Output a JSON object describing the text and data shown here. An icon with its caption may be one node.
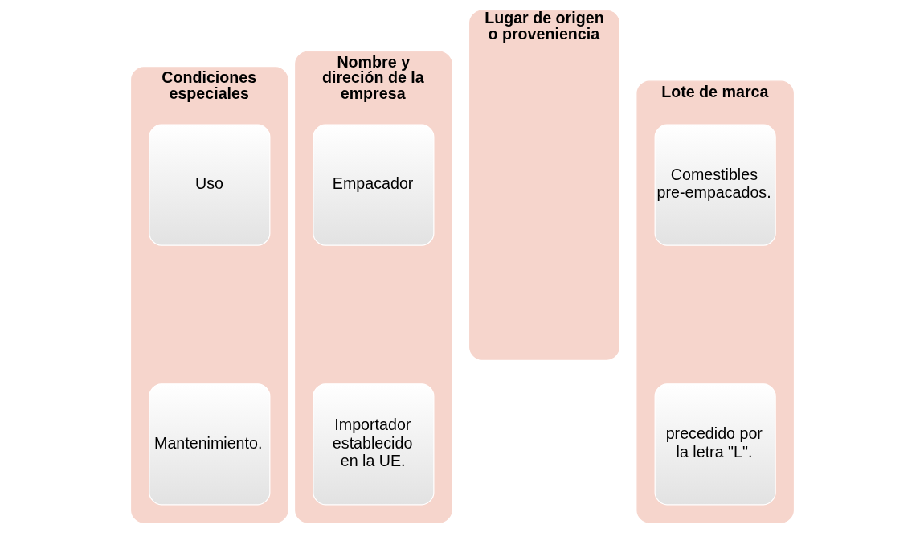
{
  "diagram": {
    "nodes": [
      {
        "text": [
          "Condiciones especiales"
        ]
      },
      {
        "text": [
          "Uso"
        ],
        "in": 0
      },
      {
        "text": [
          "Mantenimiento."
        ],
        "in": 0
      },
      {
        "text": [
          "Nombre y direción de la empresa"
        ]
      },
      {
        "text": [
          "Empacador"
        ],
        "in": 3
      },
      {
        "text": [
          "Importador establecido en la UE."
        ],
        "in": 3
      },
      {
        "text": [
          "Lugar de origen o proveniencia"
        ]
      },
      {
        "text": [
          "Lote de marca"
        ]
      },
      {
        "text": [
          "Comestibles pre-empacados."
        ],
        "in": 7
      },
      {
        "text": [
          "precedido por la letra \"L\"."
        ],
        "in": 7
      }
    ],
    "edges": []
  }
}
